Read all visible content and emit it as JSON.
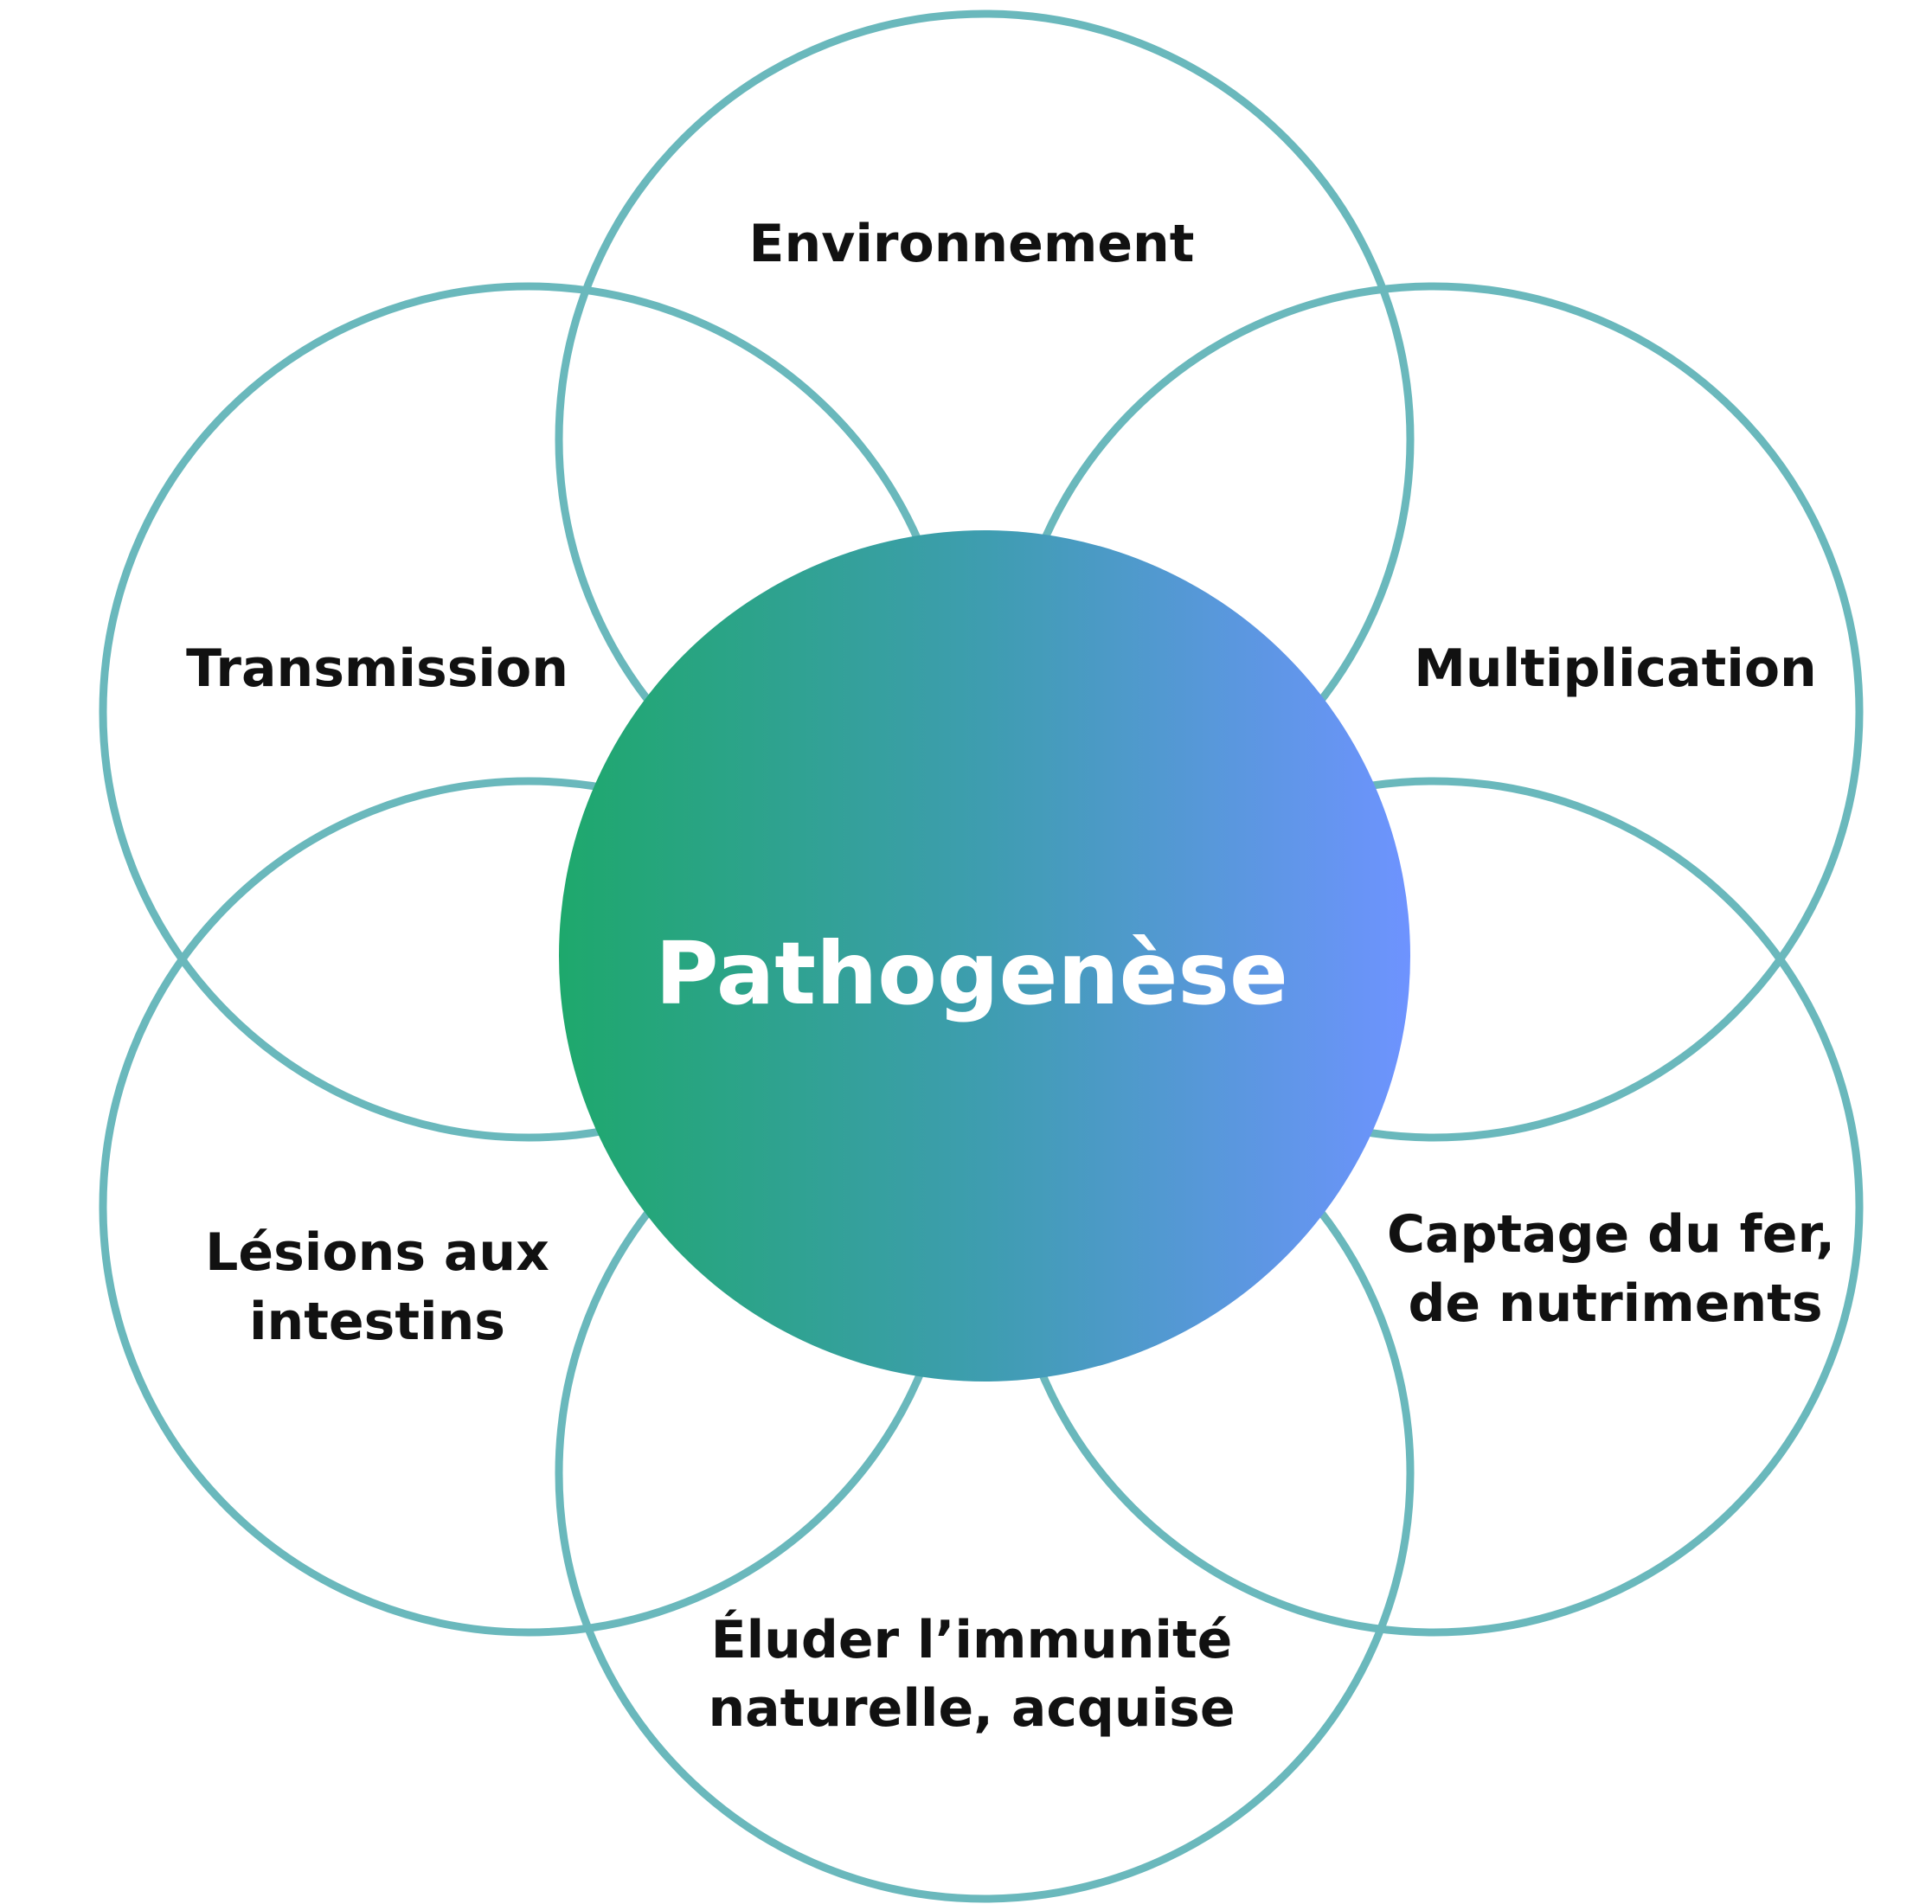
{
  "diagram": {
    "center": {
      "label": "Pathogenèse"
    },
    "petals": [
      {
        "lines": [
          "Environnement"
        ]
      },
      {
        "lines": [
          "Multiplication"
        ]
      },
      {
        "lines": [
          "Captage du fer,",
          "de nutriments"
        ]
      },
      {
        "lines": [
          "Éluder l’immunité",
          "naturelle, acquise"
        ]
      },
      {
        "lines": [
          "Lésions aux",
          "intestins"
        ]
      },
      {
        "lines": [
          "Transmission"
        ]
      }
    ]
  },
  "colors": {
    "ring": "#6ab8bc",
    "gradient_start": "#1ea86c",
    "gradient_end": "#6e93ff",
    "text": "#111111",
    "center_text": "#ffffff"
  }
}
